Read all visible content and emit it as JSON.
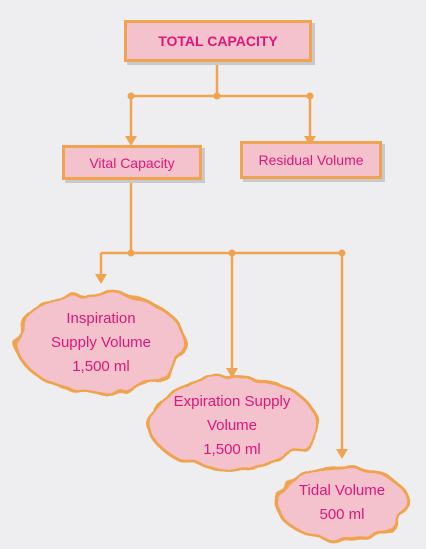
{
  "diagram": {
    "root": {
      "label": "TOTAL CAPACITY"
    },
    "level2": [
      {
        "label": "Vital Capacity"
      },
      {
        "label": "Residual Volume"
      }
    ],
    "clouds": [
      {
        "lines": [
          "Inspiration",
          "Supply Volume",
          "1,500 ml"
        ]
      },
      {
        "lines": [
          "Expiration Supply",
          "Volume",
          "1,500 ml"
        ]
      },
      {
        "lines": [
          "Tidal Volume",
          "500 ml"
        ]
      }
    ]
  },
  "colors": {
    "box_fill": "#f3c2cc",
    "box_border": "#f0a350",
    "text": "#e0167a",
    "connector": "#f0a350"
  }
}
